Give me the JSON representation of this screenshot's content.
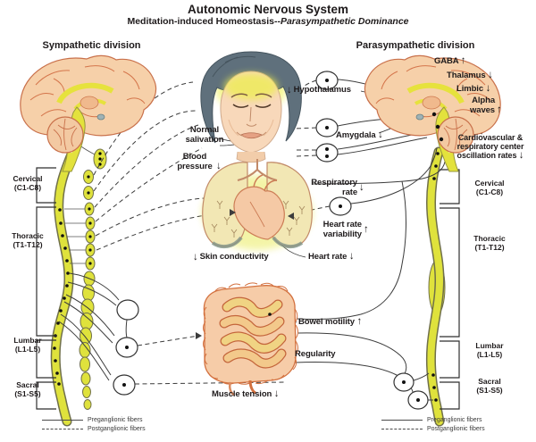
{
  "header": {
    "title": "Autonomic Nervous System",
    "subtitle_prefix": "Meditation-induced Homeostasis--",
    "subtitle_emphasis": "Parasympathetic Dominance"
  },
  "divisions": {
    "sympathetic": "Sympathetic division",
    "parasympathetic": "Parasympathetic division"
  },
  "brain_effects": {
    "gaba": {
      "label": "GABA",
      "arrow": "↑"
    },
    "thalamus": {
      "label": "Thalamus",
      "arrow": "↓"
    },
    "limbic": {
      "label": "Limbic",
      "arrow": "↓"
    },
    "alpha_waves": {
      "label": "Alpha waves",
      "arrow": "↑"
    },
    "cardio_center": {
      "label": "Cardiovascular & respiratory center oscillation rates",
      "arrow": "↓"
    },
    "hypothalamus": {
      "label": "Hypothalamus",
      "arrow": "↓",
      "arrow_position": "before"
    },
    "amygdala": {
      "label": "Amygdala",
      "arrow": "↓"
    }
  },
  "body_effects": {
    "normal_salivation": {
      "label": "Normal salivation",
      "arrow": ""
    },
    "blood_pressure": {
      "label": "Blood pressure",
      "arrow": "↓"
    },
    "respiratory_rate": {
      "label": "Respiratory rate",
      "arrow": "↓"
    },
    "heart_rate_variability": {
      "label": "Heart rate variability",
      "arrow": "↑"
    },
    "heart_rate": {
      "label": "Heart rate",
      "arrow": "↓"
    },
    "skin_conductivity": {
      "label": "Skin conductivity",
      "arrow": "↓",
      "arrow_position": "before"
    },
    "bowel_motility": {
      "label": "Bowel motility",
      "arrow": "↑"
    },
    "regularity": {
      "label": "Regularity",
      "arrow": ""
    },
    "muscle_tension": {
      "label": "Muscle tension",
      "arrow": "↓"
    }
  },
  "spine_regions": {
    "cervical": {
      "name": "Cervical",
      "range": "(C1-C8)"
    },
    "thoracic": {
      "name": "Thoracic",
      "range": "(T1-T12)"
    },
    "lumbar": {
      "name": "Lumbar",
      "range": "(L1-L5)"
    },
    "sacral": {
      "name": "Sacral",
      "range": "(S1-S5)"
    }
  },
  "legend": {
    "preganglionic": "Preganglionic fibers",
    "postganglionic": "Postganglionic fibers"
  },
  "colors": {
    "cord_yellow": "#dfe23c",
    "brain_pink": "#f6d0a9",
    "outline_rust": "#c9714b",
    "glow_yellow": "#eef04f",
    "text": "#1e1a1b"
  }
}
